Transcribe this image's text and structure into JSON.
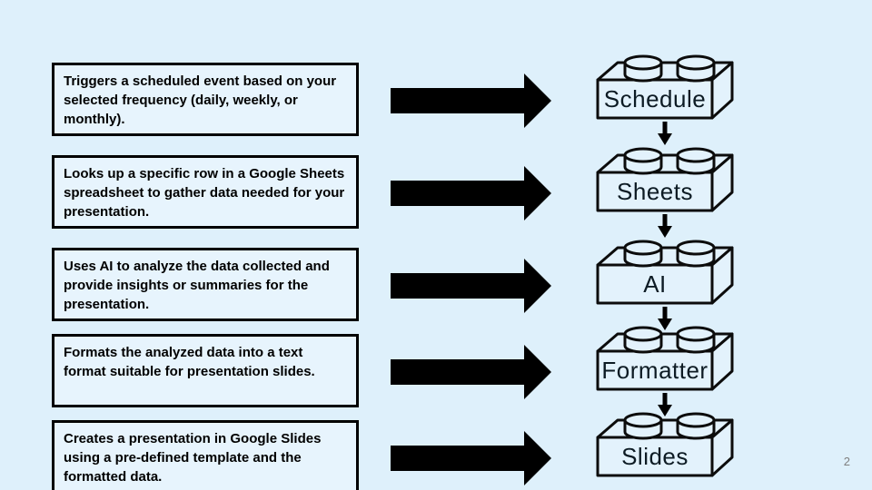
{
  "slide": {
    "page_number": "2",
    "background_color": "#def0fb",
    "box_fill_color": "#e7f4fd",
    "brick_fill_color": "#e3f2fc",
    "outline_color": "#000000",
    "arrow_color": "#000000",
    "page_number_color": "#808080"
  },
  "steps": [
    {
      "description": "Triggers a scheduled event based on your selected frequency (daily, weekly, or monthly).",
      "module": "Schedule"
    },
    {
      "description": "Looks up a specific row in a Google Sheets spreadsheet to gather data needed for your presentation.",
      "module": "Sheets"
    },
    {
      "description": "Uses AI to analyze the data collected and provide insights or summaries for the presentation.",
      "module": "AI"
    },
    {
      "description": "Formats the analyzed data into a text format suitable for presentation slides.",
      "module": "Formatter"
    },
    {
      "description": "Creates a presentation in Google Slides using a pre-defined template and the formatted data.",
      "module": "Slides"
    }
  ],
  "icons": {
    "arrow_right": "thick-right-arrow",
    "arrow_down": "small-down-arrow",
    "brick": "lego-brick-two-studs"
  }
}
